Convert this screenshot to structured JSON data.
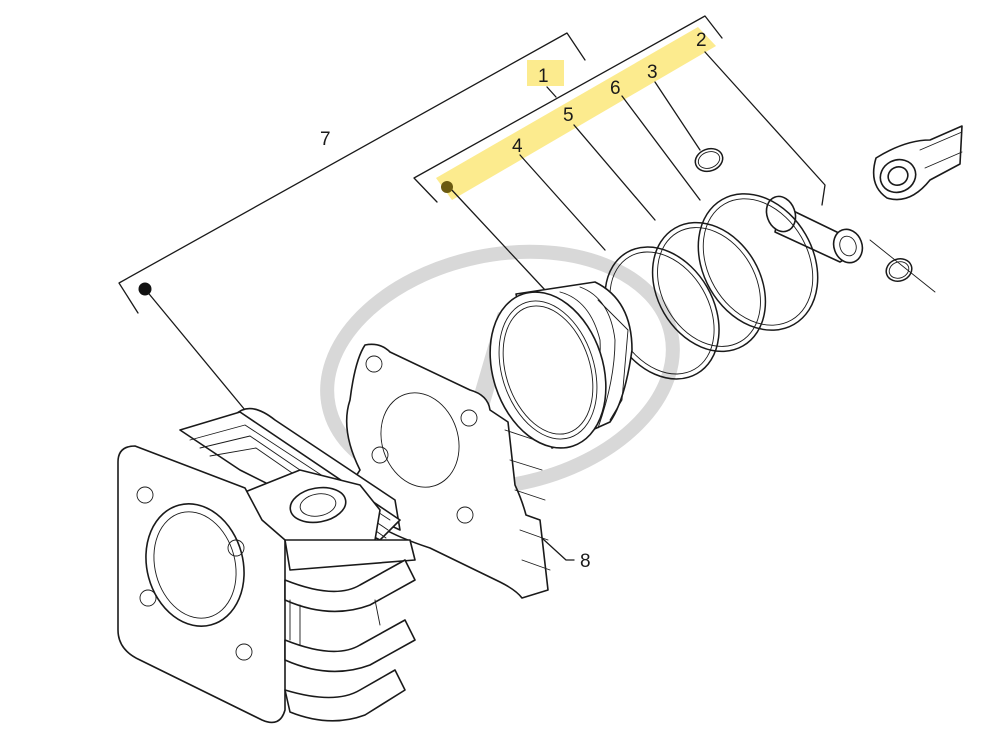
{
  "callouts": {
    "c1": "1",
    "c2": "2",
    "c3": "3",
    "c4": "4",
    "c5": "5",
    "c6": "6",
    "c7": "7",
    "c8": "8"
  },
  "colors": {
    "highlight": "#fbe77a",
    "line": "#1a1a1a",
    "watermark": "#d8d8d8",
    "dot_marker": "#6b5a10"
  }
}
